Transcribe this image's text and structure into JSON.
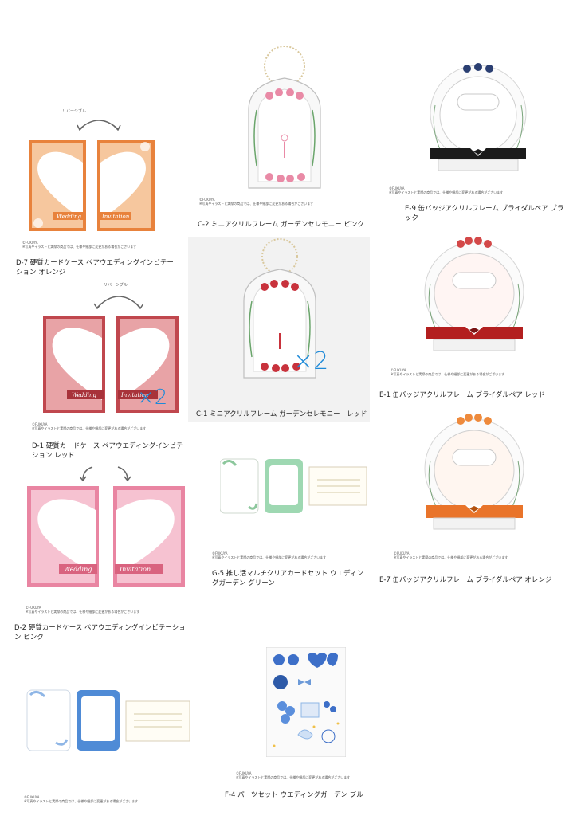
{
  "products": [
    {
      "id": "d7",
      "title": "D-7 硬質カードケース ペアウエディングインビテーション オレンジ",
      "reversible": "リバーシブル",
      "copyright": "©FUKUYA",
      "note": "※写真やイラストと実際の商品では、仕様や細部に変更がある場合がございます",
      "banner_left": "Wedding",
      "banner_right": "Invitation",
      "colors": {
        "main": "#e8823c",
        "light": "#f6c79e"
      }
    },
    {
      "id": "c2",
      "title": "C-2 ミニアクリルフレーム ガーデンセレモニー ピンク",
      "copyright": "©FUKUYA",
      "note": "※写真やイラストと実際の商品では、仕様や細部に変更がある場合がございます",
      "colors": {
        "accent": "#e98aa6",
        "leaf": "#6aa56b"
      }
    },
    {
      "id": "e9",
      "title": "E-9 缶バッジアクリルフレーム ブライダルペア ブラック",
      "copyright": "©FUKUYA",
      "note": "※写真やイラストと実際の商品では、仕様や細部に変更がある場合がございます",
      "colors": {
        "accent": "#2b3f72",
        "suit": "#1b1b1b"
      }
    },
    {
      "id": "c1",
      "title": "C-1 ミニアクリルフレーム ガーデンセレモニー　レッド",
      "colors": {
        "accent": "#c8323c",
        "leaf": "#6aa56b"
      }
    },
    {
      "id": "e1",
      "title": "E-1 缶バッジアクリルフレーム ブライダルペア レッド",
      "copyright": "©FUKUYA",
      "note": "※写真やイラストと実際の商品では、仕様や細部に変更がある場合がございます",
      "colors": {
        "accent": "#d34848",
        "suit": "#b31f1f"
      }
    },
    {
      "id": "d1",
      "title": "D-1 硬質カードケース ペアウエディングインビテーション レッド",
      "reversible": "リバーシブル",
      "copyright": "©FUKUYA",
      "note": "※写真やイラストと実際の商品では、仕様や細部に変更がある場合がございます",
      "banner_left": "Wedding",
      "banner_right": "Invitation",
      "colors": {
        "main": "#c0474e",
        "light": "#e8a3a6"
      }
    },
    {
      "id": "g5",
      "title": "G-5 推し活マルチクリアカードセット ウエディングガーデン グリーン",
      "copyright": "©FUKUYA",
      "note": "※写真やイラストと実際の商品では、仕様や細部に変更がある場合がございます",
      "colors": {
        "accent": "#6dbf8e"
      }
    },
    {
      "id": "e7",
      "title": "E-7 缶バッジアクリルフレーム ブライダルペア オレンジ",
      "copyright": "©FUKUYA",
      "note": "※写真やイラストと実際の商品では、仕様や細部に変更がある場合がございます",
      "colors": {
        "accent": "#ee8a3c",
        "suit": "#e9742a"
      }
    },
    {
      "id": "d2",
      "title": "D-2 硬質カードケース ペアウエディングインビテーション ピンク",
      "copyright": "©FUKUYA",
      "note": "※写真やイラストと実際の商品では、仕様や細部に変更がある場合がございます",
      "banner_left": "Wedding",
      "banner_right": "Invitation",
      "colors": {
        "main": "#e985a2",
        "light": "#f6c2d1"
      }
    },
    {
      "id": "g_blue",
      "copyright": "©FUKUYA",
      "note": "※写真やイラストと実際の商品では、仕様や細部に変更がある場合がございます",
      "colors": {
        "accent": "#4f8bd6"
      }
    },
    {
      "id": "f4",
      "title": "F-4 パーツセット ウエディングガーデン ブルー",
      "copyright": "©FUKUYA",
      "note": "※写真やイラストと実際の商品では、仕様や細部に変更がある場合がございます",
      "colors": {
        "accent": "#3d6fc8"
      }
    }
  ],
  "annotations": {
    "times_d1": "×2",
    "times_c1": "×2"
  }
}
